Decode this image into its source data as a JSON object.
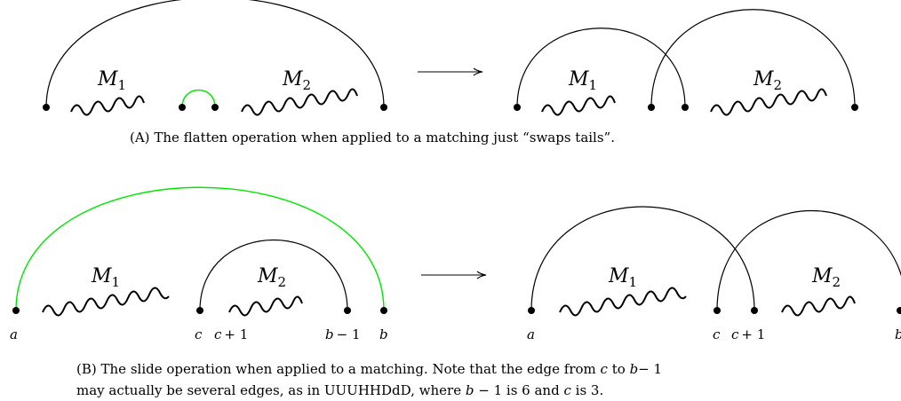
{
  "panel_a": {
    "left": {
      "m1_label": "M",
      "m1_sub": "1",
      "m2_label": "M",
      "m2_sub": "2"
    },
    "right": {
      "m1_label": "M",
      "m1_sub": "1",
      "m2_label": "M",
      "m2_sub": "2"
    },
    "caption": {
      "tag": "(A)",
      "text": "The flatten operation when applied to a matching just “swaps tails”."
    }
  },
  "panel_b": {
    "left": {
      "m1_label": "M",
      "m1_sub": "1",
      "m2_label": "M",
      "m2_sub": "2",
      "label_a": "a",
      "label_c": "c",
      "label_c1_var": "c",
      "label_c1_op": "+ 1",
      "label_b1_var": "b",
      "label_b1_op": "− 1",
      "label_b": "b"
    },
    "right": {
      "m1_label": "M",
      "m1_sub": "1",
      "m2_label": "M",
      "m2_sub": "2",
      "label_a": "a",
      "label_c": "c",
      "label_c1_var": "c",
      "label_c1_op": "+ 1",
      "label_b": "b"
    },
    "caption": {
      "tag": "(B)",
      "line1_pre": "The slide operation when applied to a matching. Note that the edge from",
      "line1_c": "c",
      "line1_to": "to",
      "line1_b": "b",
      "line1_minus": "− 1",
      "line2_pre": "may actually be several edges, as in UUUHHDdD, where",
      "line2_b": "b",
      "line2_minus": "− 1 is 6 and",
      "line2_c": "c",
      "line2_post": "is 3."
    }
  },
  "colors": {
    "highlight": "#00e600",
    "ink": "#000000"
  }
}
